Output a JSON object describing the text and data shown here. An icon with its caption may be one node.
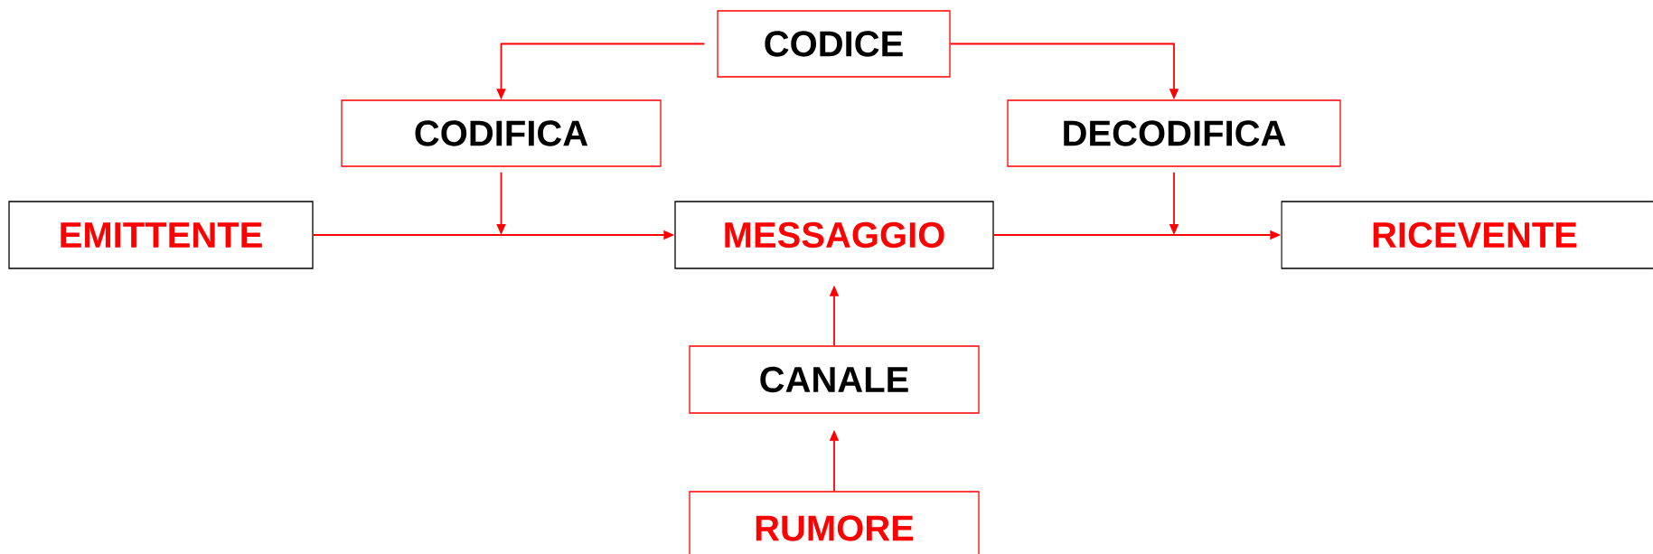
{
  "diagram": {
    "nodes": [
      {
        "text": [
          "CODICE"
        ]
      },
      {
        "text": [
          "CODIFICA"
        ]
      },
      {
        "text": [
          "DECODIFICA"
        ]
      },
      {
        "text": [
          "EMITTENTE"
        ]
      },
      {
        "text": [
          "MESSAGGIO"
        ]
      },
      {
        "text": [
          "RICEVENTE"
        ]
      },
      {
        "text": [
          "CANALE"
        ]
      },
      {
        "text": [
          "RUMORE"
        ]
      }
    ],
    "edges": [
      {
        "from": 0,
        "to": 1,
        "arrow": "to"
      },
      {
        "from": 0,
        "to": 2,
        "arrow": "to"
      },
      {
        "from": 1,
        "to": null,
        "arrow": "to"
      },
      {
        "from": 2,
        "to": null,
        "arrow": "to"
      },
      {
        "from": 3,
        "to": 4,
        "arrow": "to"
      },
      {
        "from": 4,
        "to": 5,
        "arrow": "to"
      },
      {
        "from": 6,
        "to": 4,
        "arrow": "to"
      },
      {
        "from": 7,
        "to": 6,
        "arrow": "to"
      }
    ]
  }
}
